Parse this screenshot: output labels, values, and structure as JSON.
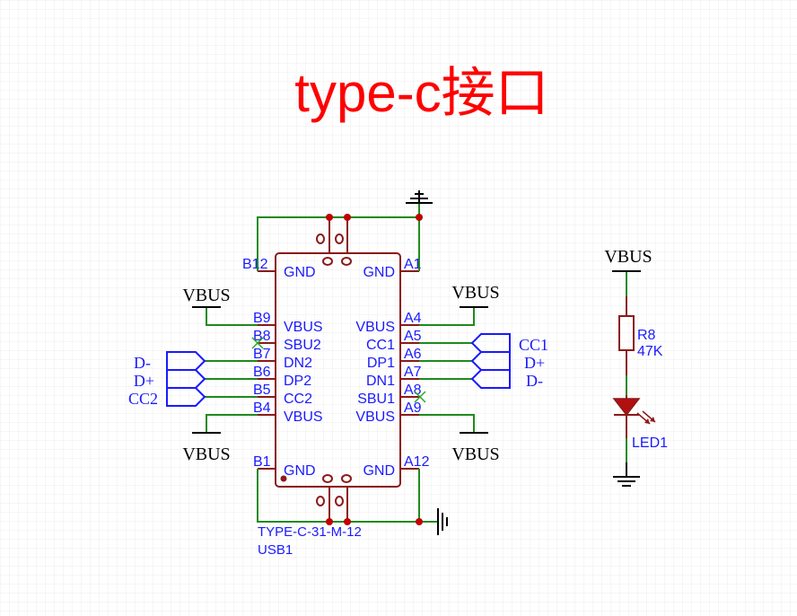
{
  "title": "type-c接口",
  "usb": {
    "part_number": "TYPE-C-31-M-12",
    "designator": "USB1",
    "left_pins": [
      {
        "num": "B12",
        "name": "GND"
      },
      {
        "num": "B9",
        "name": "VBUS"
      },
      {
        "num": "B8",
        "name": "SBU2"
      },
      {
        "num": "B7",
        "name": "DN2"
      },
      {
        "num": "B6",
        "name": "DP2"
      },
      {
        "num": "B5",
        "name": "CC2"
      },
      {
        "num": "B4",
        "name": "VBUS"
      },
      {
        "num": "B1",
        "name": "GND"
      }
    ],
    "right_pins": [
      {
        "num": "A1",
        "name": "GND"
      },
      {
        "num": "A4",
        "name": "VBUS"
      },
      {
        "num": "A5",
        "name": "CC1"
      },
      {
        "num": "A6",
        "name": "DP1"
      },
      {
        "num": "A7",
        "name": "DN1"
      },
      {
        "num": "A8",
        "name": "SBU1"
      },
      {
        "num": "A9",
        "name": "VBUS"
      },
      {
        "num": "A12",
        "name": "GND"
      }
    ]
  },
  "nets": {
    "vbus_top_left": "VBUS",
    "vbus_top_right": "VBUS",
    "vbus_bottom_left": "VBUS",
    "vbus_bottom_right": "VBUS",
    "vbus_led": "VBUS"
  },
  "ports_left": [
    "D-",
    "D+",
    "CC2"
  ],
  "ports_right": [
    "CC1",
    "D+",
    "D-"
  ],
  "resistor": {
    "designator": "R8",
    "value": "47K"
  },
  "led": {
    "designator": "LED1"
  },
  "colors": {
    "title": "#ff0000",
    "wire": "#1f8a1f",
    "symbol": "#8b1a1a",
    "label": "#1a1aff",
    "junction": "#c00000",
    "grid": "#e9e9e9"
  }
}
